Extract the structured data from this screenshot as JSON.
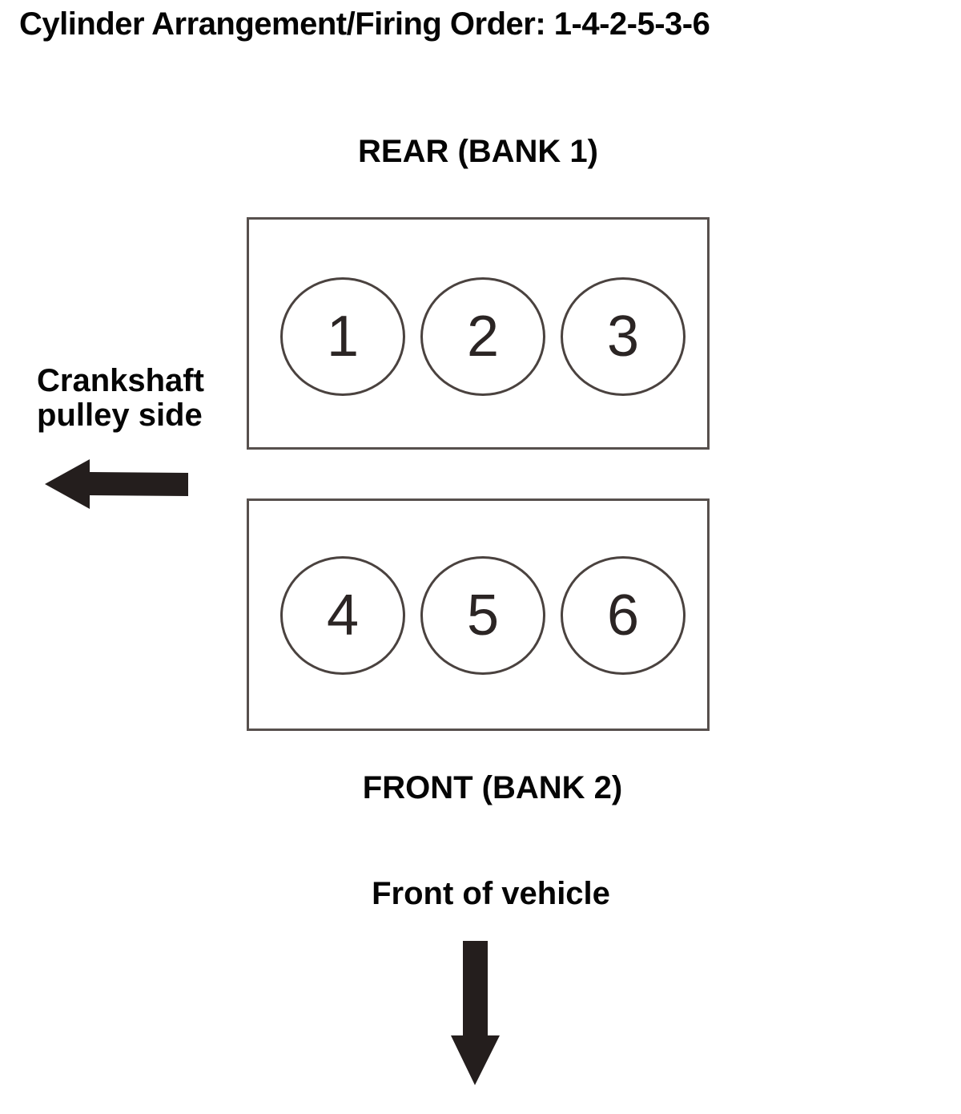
{
  "page": {
    "title": "Cylinder Arrangement/Firing Order: 1-4-2-5-3-6"
  },
  "banks": [
    {
      "label": "REAR (BANK 1)",
      "cylinders": [
        "1",
        "2",
        "3"
      ]
    },
    {
      "label": "FRONT (BANK 2)",
      "cylinders": [
        "4",
        "5",
        "6"
      ]
    }
  ],
  "labels": {
    "crankshaft_line1": "Crankshaft",
    "crankshaft_line2": "pulley side",
    "front_of_vehicle": "Front of vehicle"
  },
  "icons": {
    "crankshaft_arrow": "left-arrow",
    "front_arrow": "down-arrow"
  },
  "colors": {
    "background": "#ffffff",
    "text": "#050505",
    "box_border": "#57504d",
    "circle_border": "#4a423f",
    "digit": "#2b2524",
    "arrow": "#241e1d"
  }
}
